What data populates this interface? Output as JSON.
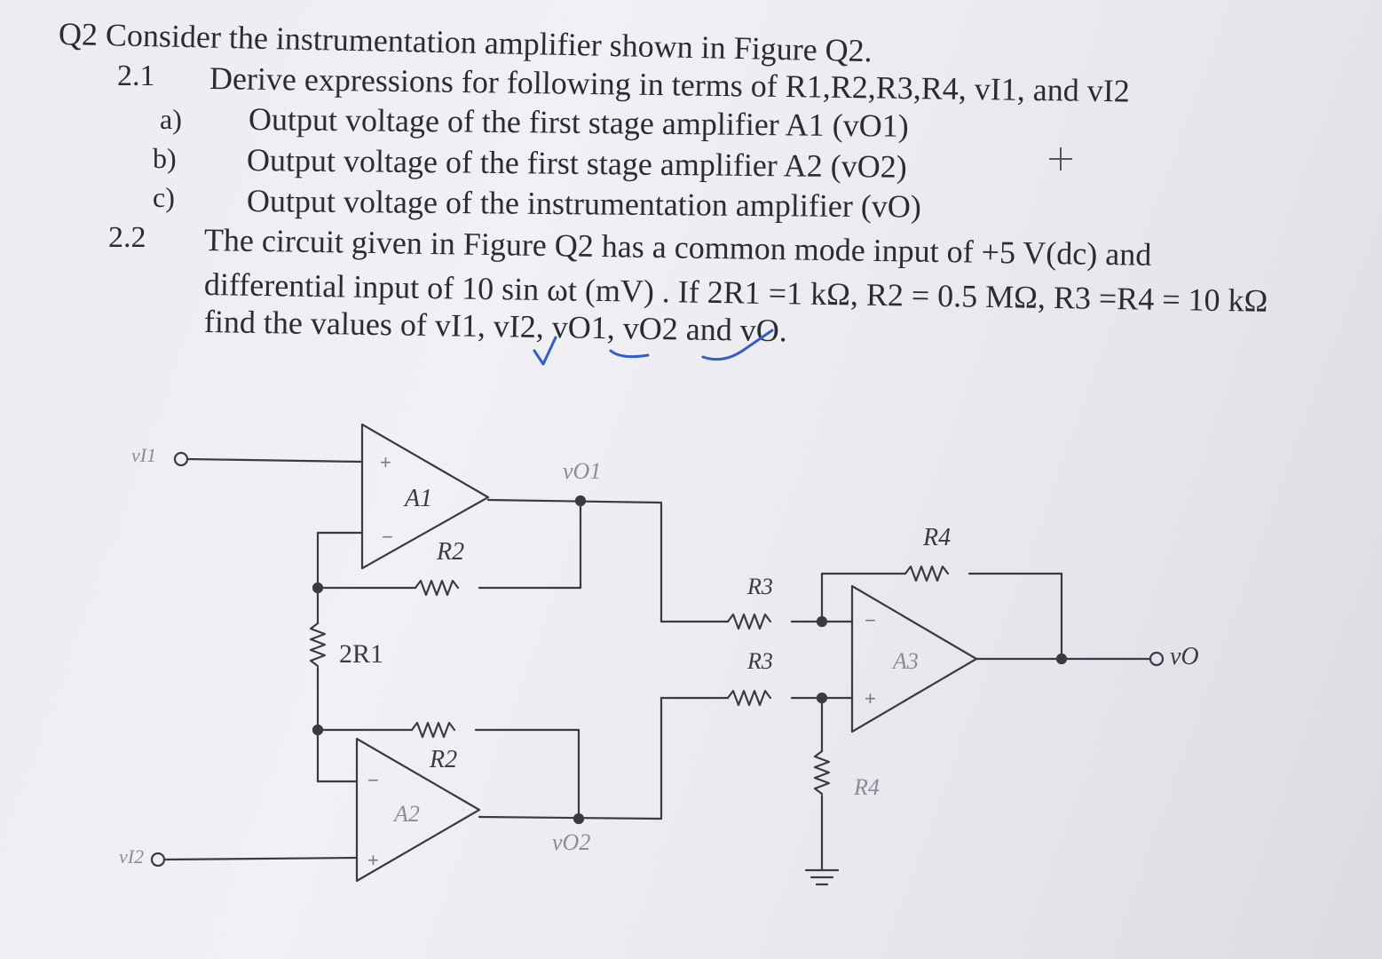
{
  "question": {
    "title": "Q2 Consider the instrumentation amplifier shown in Figure Q2.",
    "part1": {
      "number": "2.1",
      "text": "Derive expressions for following in terms of R1,R2,R3,R4, vI1, and vI2",
      "items": [
        {
          "label": "a)",
          "text": "Output voltage of the first stage amplifier A1 (vO1)"
        },
        {
          "label": "b)",
          "text": "Output voltage of the first stage amplifier A2 (vO2)"
        },
        {
          "label": "c)",
          "text": "Output voltage of the instrumentation amplifier (vO)"
        }
      ]
    },
    "part2": {
      "number": "2.2",
      "lines": [
        "The circuit given in Figure Q2 has a common mode input of +5 V(dc) and",
        "differential input of 10 sin ωt (mV) . If 2R1 =1 kΩ, R2 = 0.5 MΩ, R3 =R4 = 10 kΩ",
        "find the values of vI1, vI2, vO1, vO2 and vO."
      ]
    }
  },
  "figure": {
    "labels": {
      "vi1": "vI1",
      "vi2": "vI2",
      "vo1": "vO1",
      "vo2": "vO2",
      "vo": "vO",
      "a1": "A1",
      "a2": "A2",
      "a3": "A3",
      "r2_top": "R2",
      "r2_bottom": "R2",
      "two_r1": "2R1",
      "r3_top": "R3",
      "r3_bottom": "R3",
      "r4_top": "R4",
      "r4_bottom": "R4"
    },
    "line_color": "#3a3a44",
    "annotation_color": "#2f5ecb"
  }
}
